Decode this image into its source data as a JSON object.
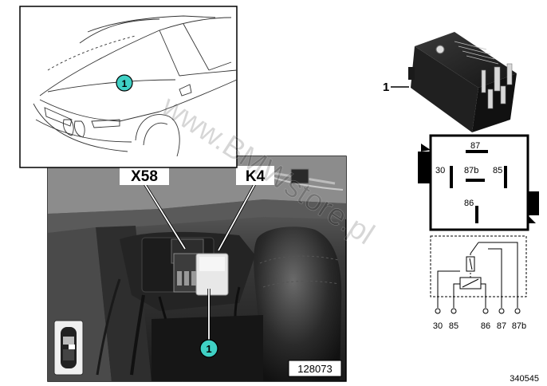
{
  "car_inset": {
    "callout": "1"
  },
  "photo": {
    "connector_x58": "X58",
    "connector_k4": "K4",
    "callout": "1",
    "image_number": "128073"
  },
  "relay": {
    "item_label": "1",
    "pins_top": {
      "p87": "87",
      "p30": "30",
      "p87b": "87b",
      "p85": "85",
      "p86": "86"
    },
    "schematic_pins": [
      "30",
      "85",
      "86",
      "87",
      "87b"
    ]
  },
  "watermark": "www.BMWstore.pl",
  "diagram_number": "340545"
}
